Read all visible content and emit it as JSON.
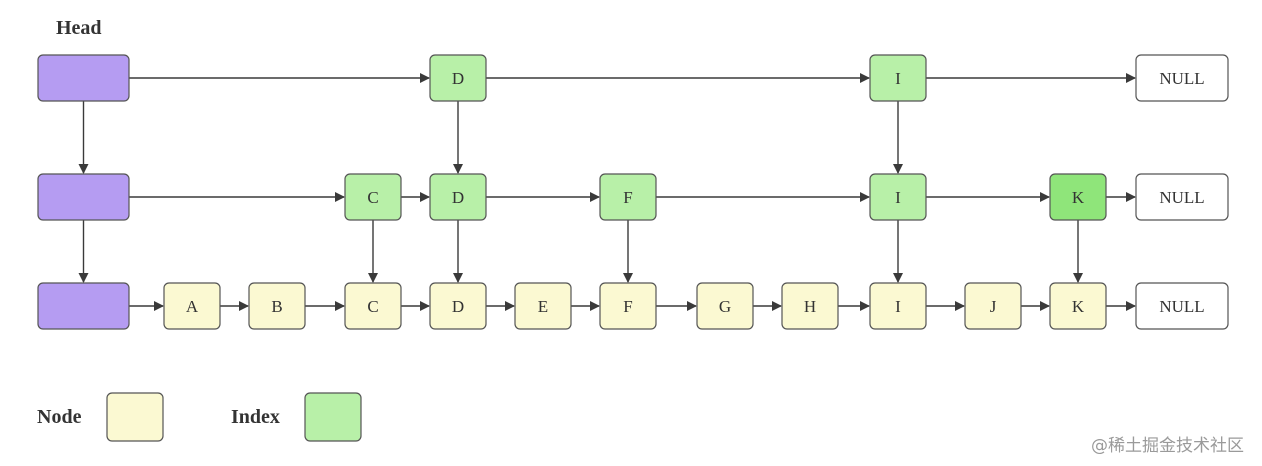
{
  "head_label": "Head",
  "levels": [
    {
      "nodes": [
        "D",
        "I"
      ]
    },
    {
      "nodes": [
        "C",
        "D",
        "F",
        "I",
        "K"
      ]
    },
    {
      "nodes": [
        "A",
        "B",
        "C",
        "D",
        "E",
        "F",
        "G",
        "H",
        "I",
        "J",
        "K"
      ]
    }
  ],
  "null_label": "NULL",
  "highlighted_node": "K",
  "legend": {
    "node_label": "Node",
    "index_label": "Index"
  },
  "watermark": "@稀土掘金技术社区",
  "colors": {
    "head": "#b59cf2",
    "index": "#b8f0a8",
    "index_highlight": "#8fe57a",
    "node": "#fbf9d2",
    "null": "#ffffff",
    "stroke": "#555555",
    "arrow": "#3a3a3a"
  }
}
